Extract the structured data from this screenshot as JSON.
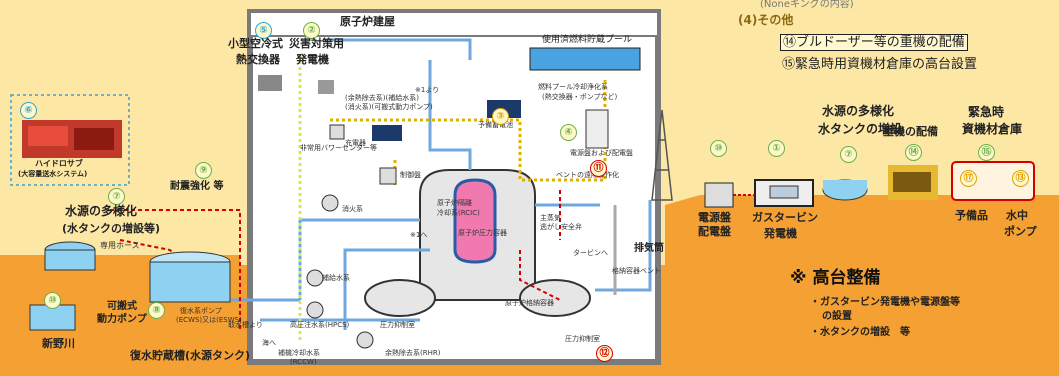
{
  "header": {
    "top_cut": "(Noneキングの内容)",
    "section": "(4)その他",
    "item14": "⑭ブルドーザー等の重機の配備",
    "item15": "⑮緊急時用資機材倉庫の高台設置"
  },
  "building": {
    "title": "原子炉建屋",
    "spent_fuel_pool": "使用済燃料貯蔵プール",
    "fuel_pool_cooling": "燃料プール冷却浄化系",
    "fuel_pool_cooling_sub": "(熱交換器・ポンプなど)",
    "aux_systems": "(余熱除去系)(補給水系)",
    "fire_system": "(消火系)(可搬式動力ポンプ)",
    "from1": "※1より",
    "reserve_battery": "予備蓄電池",
    "power_panels": "電源盤および配電盤",
    "charger": "充電器",
    "emergency_power": "非常用バワーセンター等",
    "control_panel": "制御盤",
    "fire_system2": "消火系",
    "rcic": "原子炉隔離",
    "rcic2": "冷却系(RCIC)",
    "vent": "ベントの遠隔操作化",
    "main_steam": "主蒸気",
    "safety_valve": "逃がし安全弁",
    "turbine": "タービンへ",
    "rpv": "原子炉圧力容器",
    "containment": "原子炉格納容器",
    "makeup": "補給水系",
    "hpcs": "高圧注水系(HPCS)",
    "ccw": "補機冷却水系",
    "ccw2": "(RCCW)",
    "rhr": "余熱除去系(RHR)",
    "sea_to": "海へ",
    "water_from": "取水槽より",
    "pressure_chamber": "圧力抑制室",
    "pressure_chamber2": "圧力抑制室",
    "to1": "※1へ",
    "filter_vent": "格納容器ベント",
    "c6_cond_pump": "復水系ポンプ",
    "c6_cond_pump2": "(ECWS)又は(ESWS)"
  },
  "left": {
    "c6": "⑥",
    "hydrosub": "ハイドロサブ",
    "hydrosub2": "(大容量送水システム)",
    "c9": "⑨",
    "seismic": "耐震強化 等",
    "c7": "⑦",
    "water_div": "水源の多様化",
    "water_div2": "(水タンクの増設等)",
    "hose": "専用ホース",
    "c8": "⑧",
    "portable": "可搬式",
    "portable2": "動力ポンプ",
    "river": "新野川",
    "tank": "復水貯蔵槽(水源タンク)",
    "c10": "⑩"
  },
  "top": {
    "c5": "⑤",
    "small_hx": "小型空冷式",
    "small_hx2": "熱交換器",
    "c2": "②",
    "disaster_gen": "災害対策用",
    "disaster_gen2": "発電機",
    "c3": "③",
    "c4": "④",
    "c11": "⑪",
    "c12": "⑫"
  },
  "right": {
    "c_a": "⑩",
    "c_b": "①",
    "c7": "⑦",
    "water_div": "水源の多様化",
    "water_div2": "水タンクの増設",
    "c14": "⑭",
    "heavy": "重機の配備",
    "c15": "⑮",
    "warehouse": "緊急時",
    "warehouse2": "資機材倉庫",
    "c17": "⑰",
    "c13": "⑬",
    "power_panel": "電源盤",
    "power_panel2": "配電盤",
    "gas_turbine": "ガスタービン",
    "gas_turbine2": "発電機",
    "spare": "予備品",
    "submersible": "水中",
    "submersible2": "ポンプ",
    "exhaust": "排気筒",
    "note_title": "※ 高台整備",
    "note1": "・ガスタービン発電機や電源盤等",
    "note1b": "の設置",
    "note2": "・水タンクの増設　等"
  }
}
